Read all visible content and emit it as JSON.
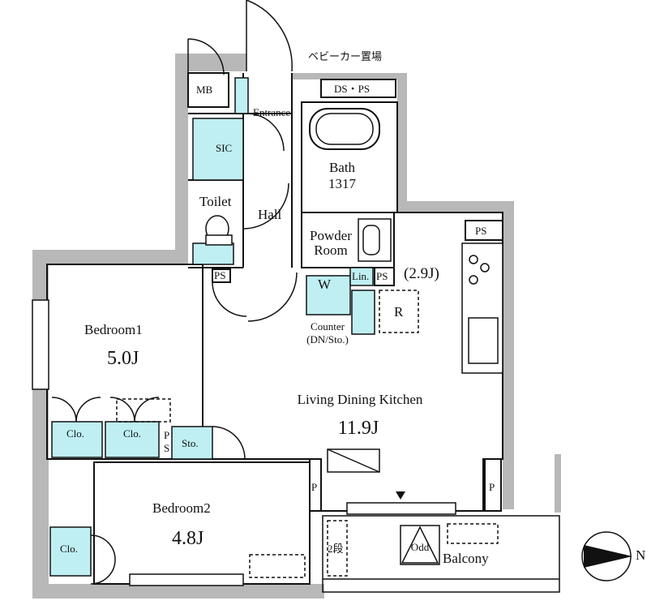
{
  "labels": {
    "mb": "MB",
    "stroller": "ベビーカー置場",
    "ds_ps": "DS・PS",
    "entrance": "Entrance",
    "sic": "SIC",
    "bath": "Bath",
    "bath_size": "1317",
    "toilet": "Toilet",
    "hall": "Hall",
    "powder_room_1": "Powder",
    "powder_room_2": "Room",
    "ps": "PS",
    "lin": "Lin.",
    "w": "W",
    "kitchen_size": "(2.9J)",
    "r": "R",
    "counter_1": "Counter",
    "counter_2": "(DN/Sto.)",
    "bedroom1": "Bedroom1",
    "bedroom1_size": "5.0J",
    "ldk": "Living Dining Kitchen",
    "ldk_size": "11.9J",
    "clo": "Clo.",
    "sto": "Sto.",
    "ps_vertical_p": "P",
    "ps_vertical_s": "S",
    "p": "P",
    "bedroom2": "Bedroom2",
    "bedroom2_size": "4.8J",
    "step": "2段",
    "odd": "Odd",
    "balcony": "Balcony",
    "north": "N"
  }
}
